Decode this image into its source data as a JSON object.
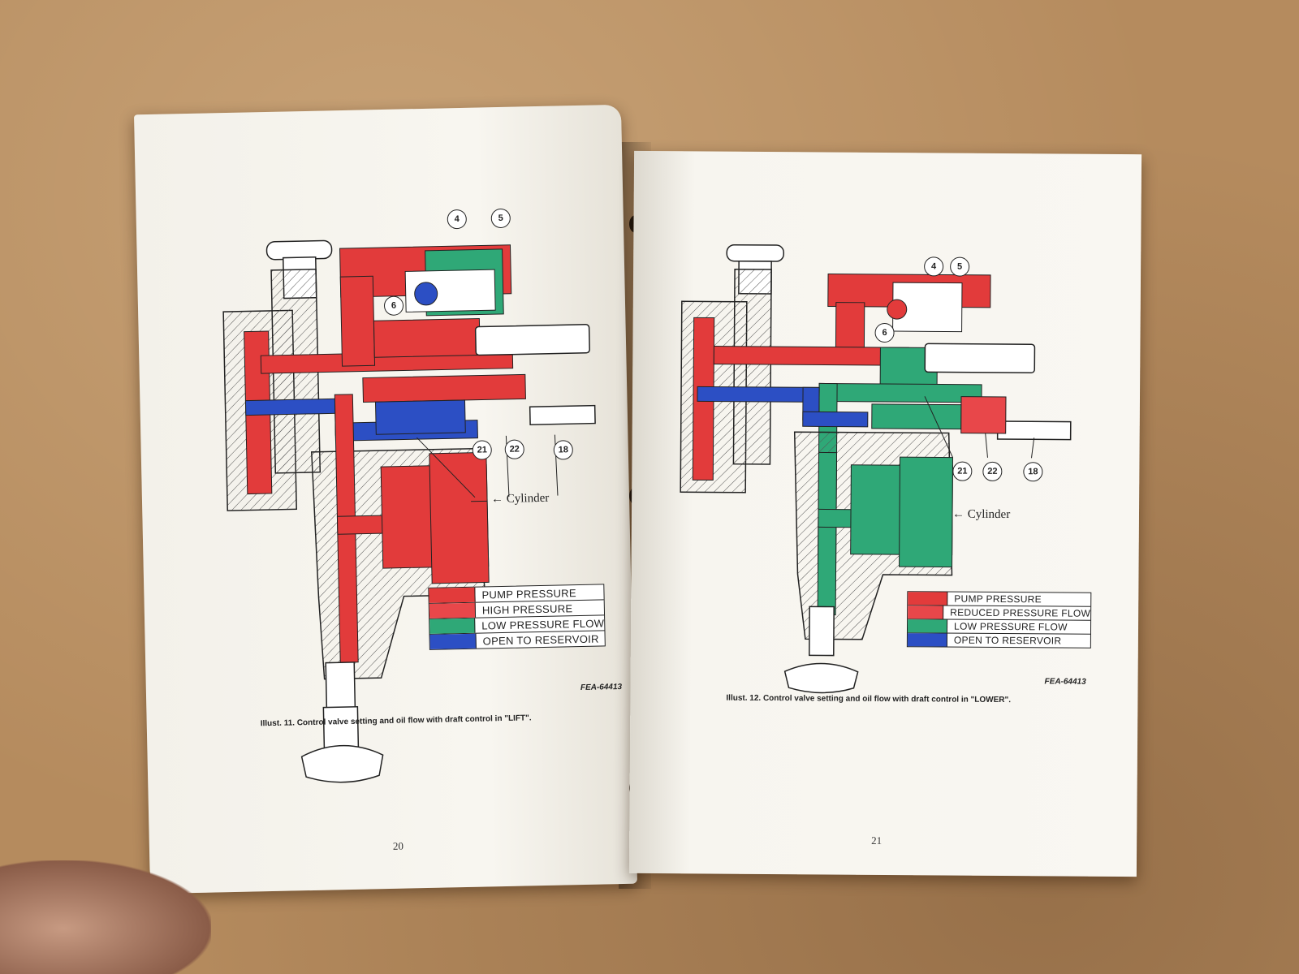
{
  "colors": {
    "pump_pressure": "#e23b3b",
    "high_pressure": "#e8474a",
    "reduced_pressure_flow": "#e8474a",
    "low_pressure_flow": "#2fa877",
    "open_to_reservoir": "#2c4fc4"
  },
  "left_page": {
    "callouts": [
      "4",
      "5",
      "6",
      "21",
      "22",
      "18"
    ],
    "cylinder_label": "Cylinder",
    "legend": [
      {
        "label": "PUMP PRESSURE",
        "color": "#e23b3b"
      },
      {
        "label": "HIGH PRESSURE",
        "color": "#e8474a"
      },
      {
        "label": "LOW PRESSURE FLOW",
        "color": "#2fa877"
      },
      {
        "label": "OPEN TO RESERVOIR",
        "color": "#2c4fc4"
      }
    ],
    "figure_code": "FEA-64413",
    "caption": "Illust. 11.  Control valve setting and oil flow with draft control in \"LIFT\".",
    "page_number": "20"
  },
  "right_page": {
    "callouts": [
      "4",
      "5",
      "6",
      "21",
      "22",
      "18"
    ],
    "cylinder_label": "Cylinder",
    "legend": [
      {
        "label": "PUMP PRESSURE",
        "color": "#e23b3b"
      },
      {
        "label": "REDUCED PRESSURE FLOW",
        "color": "#e8474a"
      },
      {
        "label": "LOW PRESSURE FLOW",
        "color": "#2fa877"
      },
      {
        "label": "OPEN TO RESERVOIR",
        "color": "#2c4fc4"
      }
    ],
    "figure_code": "FEA-64413",
    "caption": "Illust. 12.  Control valve setting and oil flow with draft control in \"LOWER\".",
    "page_number": "21"
  }
}
